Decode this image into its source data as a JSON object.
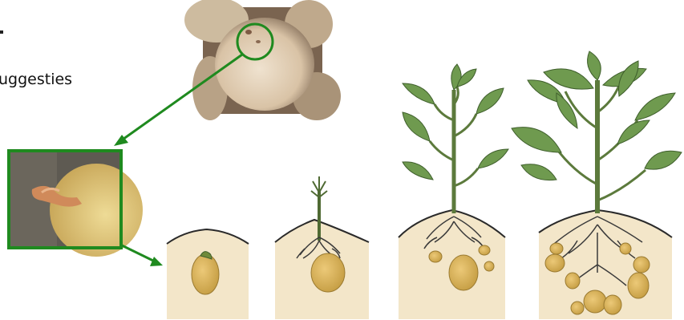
{
  "text_fragment": "uggesties",
  "colors": {
    "highlight_green": "#1f8a1f",
    "soil": "#f3e6c9",
    "soil_edge": "#2a2a2a",
    "tuber": "#d9b45a",
    "tuber_dark": "#b98f35",
    "stem": "#5c7a3c",
    "leaf": "#6f9a4f",
    "leaf_dark": "#3f5f2c",
    "root": "#3a3a3a"
  },
  "stages": [
    {
      "name": "stage-1-sprouting-tuber"
    },
    {
      "name": "stage-2-shoot-and-roots"
    },
    {
      "name": "stage-3-young-plant"
    },
    {
      "name": "stage-4-mature-plant"
    }
  ]
}
